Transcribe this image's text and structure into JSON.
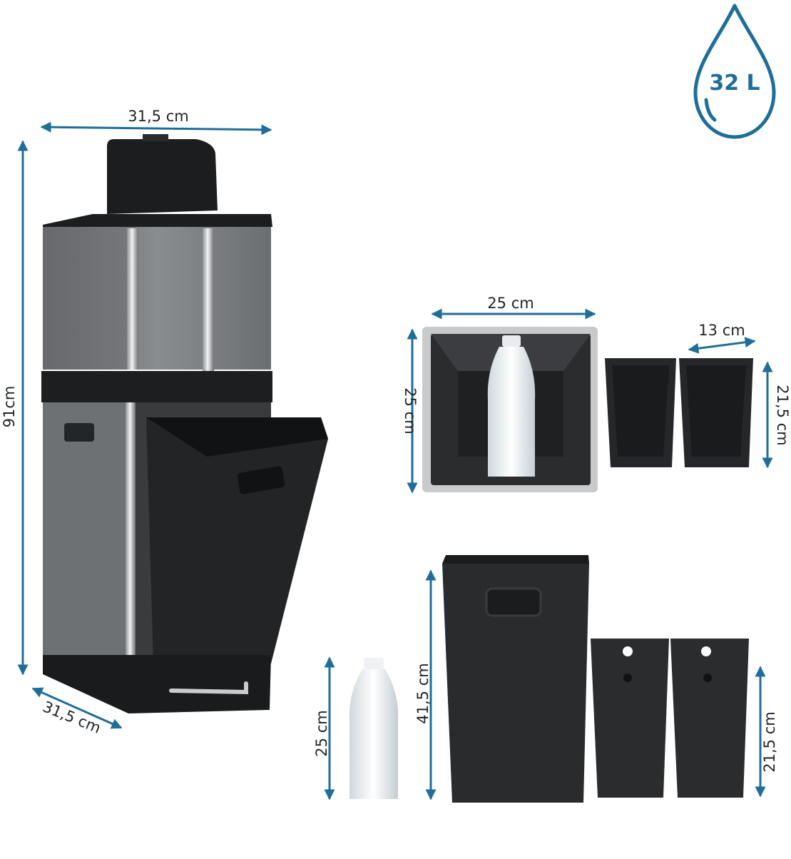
{
  "colors": {
    "accent": "#1f6e99",
    "text": "#1f2328",
    "steel": "#6f7275",
    "black_plastic": "#202123"
  },
  "badge": {
    "icon": "water-drop-icon",
    "volume_label": "32 L"
  },
  "dimensions": {
    "main_width": "31,5 cm",
    "main_height": "91cm",
    "main_depth": "31,5 cm",
    "top_bin_width": "25 cm",
    "top_bin_height": "25 cm",
    "small_bin_width": "13 cm",
    "small_bin_height": "21,5 cm",
    "bottle_height": "25 cm",
    "large_bin_height": "41,5 cm",
    "bottom_small_bin_height": "21,5 cm"
  }
}
